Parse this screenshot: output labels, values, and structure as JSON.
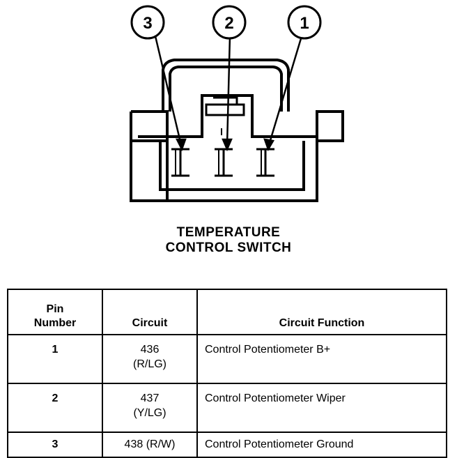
{
  "diagram": {
    "callouts": [
      {
        "number": "3"
      },
      {
        "number": "2"
      },
      {
        "number": "1"
      }
    ],
    "caption_line1": "TEMPERATURE",
    "caption_line2": "CONTROL SWITCH"
  },
  "table": {
    "headers": {
      "pin_line1": "Pin",
      "pin_line2": "Number",
      "circuit": "Circuit",
      "function": "Circuit Function"
    },
    "rows": [
      {
        "pin": "1",
        "circuit_line1": "436",
        "circuit_line2": "(R/LG)",
        "function": "Control Potentiometer B+"
      },
      {
        "pin": "2",
        "circuit_line1": "437",
        "circuit_line2": "(Y/LG)",
        "function": "Control Potentiometer Wiper"
      },
      {
        "pin": "3",
        "circuit_line1": "438 (R/W)",
        "circuit_line2": "",
        "function": "Control Potentiometer Ground"
      }
    ]
  }
}
